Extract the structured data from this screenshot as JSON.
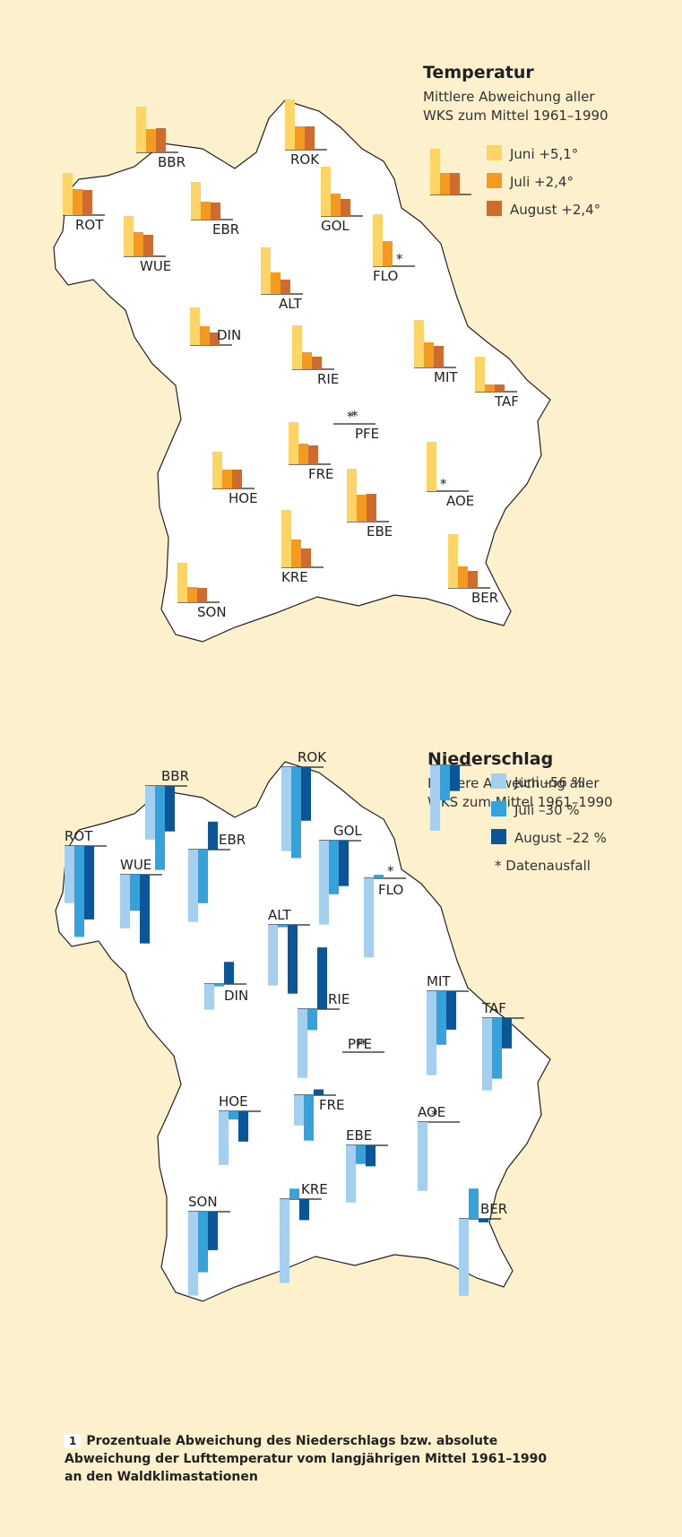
{
  "caption": {
    "number": "1",
    "text": "Prozentuale Abweichung des Niederschlags bzw. absolute Abweichung der Lufttemperatur vom langjährigen Mittel 1961–1990 an den Waldklimastationen"
  },
  "colors": {
    "background": "#fdf0cc",
    "map": "#ffffff",
    "temp_juni": "#fdd566",
    "temp_juli": "#f39a1f",
    "temp_august": "#cf6b2e",
    "nied_juni": "#a4cfee",
    "nied_juli": "#35a2dc",
    "nied_august": "#0c5596"
  },
  "chart_data": [
    {
      "type": "bar",
      "title": "Temperatur",
      "subtitle": [
        "Mittlere Abweichung aller",
        "WKS zum Mittel 1961–1990"
      ],
      "legend_position": "top-right",
      "series": [
        {
          "name": "Juni +5,1°",
          "key": "juni"
        },
        {
          "name": "Juli +2,4°",
          "key": "juli"
        },
        {
          "name": "August +2,4°",
          "key": "august"
        }
      ],
      "legend_sample": {
        "juni": 5.1,
        "juli": 2.4,
        "august": 2.4
      },
      "stations": [
        {
          "code": "BBR",
          "juni": 5.1,
          "juli": 2.6,
          "august": 2.7
        },
        {
          "code": "ROK",
          "juni": 5.6,
          "juli": 2.6,
          "august": 2.6
        },
        {
          "code": "ROT",
          "juni": 4.7,
          "juli": 2.9,
          "august": 2.8
        },
        {
          "code": "EBR",
          "juni": 4.2,
          "juli": 2.0,
          "august": 1.9
        },
        {
          "code": "GOL",
          "juni": 5.5,
          "juli": 2.5,
          "august": 1.9
        },
        {
          "code": "WUE",
          "juni": 4.5,
          "juli": 2.7,
          "august": 2.4
        },
        {
          "code": "FLO",
          "juni": 5.8,
          "juli": 2.8,
          "august": null
        },
        {
          "code": "ALT",
          "juni": 5.2,
          "juli": 2.4,
          "august": 1.6
        },
        {
          "code": "DIN",
          "juni": 4.2,
          "juli": 2.1,
          "august": 1.4
        },
        {
          "code": "RIE",
          "juni": 4.9,
          "juli": 1.9,
          "august": 1.4
        },
        {
          "code": "MIT",
          "juni": 5.3,
          "juli": 2.8,
          "august": 2.4
        },
        {
          "code": "TAF",
          "juni": 3.9,
          "juli": 0.8,
          "august": 0.8
        },
        {
          "code": "PFE",
          "juni": null,
          "juli": null,
          "august": null
        },
        {
          "code": "FRE",
          "juni": 4.7,
          "juli": 2.3,
          "august": 2.1
        },
        {
          "code": "HOE",
          "juni": 4.1,
          "juli": 2.1,
          "august": 2.1
        },
        {
          "code": "AOE",
          "juni": 5.5,
          "juli": null,
          "august": null
        },
        {
          "code": "EBE",
          "juni": 5.9,
          "juli": 3.0,
          "august": 3.1
        },
        {
          "code": "KRE",
          "juni": 6.4,
          "juli": 3.1,
          "august": 2.1
        },
        {
          "code": "SON",
          "juni": 4.4,
          "juli": 1.7,
          "august": 1.6
        },
        {
          "code": "BER",
          "juni": 6.0,
          "juli": 2.4,
          "august": 1.9
        }
      ]
    },
    {
      "type": "bar",
      "title": "Niederschlag",
      "subtitle": [
        "Mittlere Abweichung aller",
        "WKS zum Mittel 1961–1990"
      ],
      "legend_position": "top-right",
      "series": [
        {
          "name": "Juni –56 %",
          "key": "juni"
        },
        {
          "name": "Juli –30 %",
          "key": "juli"
        },
        {
          "name": "August –22 %",
          "key": "august"
        }
      ],
      "legend_sample": {
        "juni": -56,
        "juli": -30,
        "august": -22
      },
      "note": "* Datenausfall",
      "stations": [
        {
          "code": "ROK",
          "juni": -72,
          "juli": -78,
          "august": -46
        },
        {
          "code": "BBR",
          "juni": -46,
          "juli": -72,
          "august": -39
        },
        {
          "code": "ROT",
          "juni": -49,
          "juli": -78,
          "august": -63
        },
        {
          "code": "EBR",
          "juni": -62,
          "juli": -46,
          "august": 24
        },
        {
          "code": "GOL",
          "juni": -72,
          "juli": -46,
          "august": -39
        },
        {
          "code": "WUE",
          "juni": -46,
          "juli": -31,
          "august": -59
        },
        {
          "code": "FLO",
          "juni": -68,
          "juli": 3,
          "august": null
        },
        {
          "code": "ALT",
          "juni": -52,
          "juli": -2,
          "august": -59
        },
        {
          "code": "DIN",
          "juni": -22,
          "juli": -2,
          "august": 19
        },
        {
          "code": "RIE",
          "juni": -59,
          "juli": -18,
          "august": 53
        },
        {
          "code": "MIT",
          "juni": -72,
          "juli": -46,
          "august": -33
        },
        {
          "code": "TAF",
          "juni": -62,
          "juli": -52,
          "august": -26
        },
        {
          "code": "PFE",
          "juni": null,
          "juli": null,
          "august": null
        },
        {
          "code": "FRE",
          "juni": -26,
          "juli": -39,
          "august": 5
        },
        {
          "code": "HOE",
          "juni": -46,
          "juli": -7,
          "august": -26
        },
        {
          "code": "AOE",
          "juni": -59,
          "juli": null,
          "august": null
        },
        {
          "code": "EBE",
          "juni": -49,
          "juli": -16,
          "august": -18
        },
        {
          "code": "KRE",
          "juni": -72,
          "juli": 9,
          "august": -18
        },
        {
          "code": "SON",
          "juni": -72,
          "juli": -52,
          "august": -33
        },
        {
          "code": "BER",
          "juni": -66,
          "juli": 26,
          "august": -3
        }
      ]
    }
  ]
}
